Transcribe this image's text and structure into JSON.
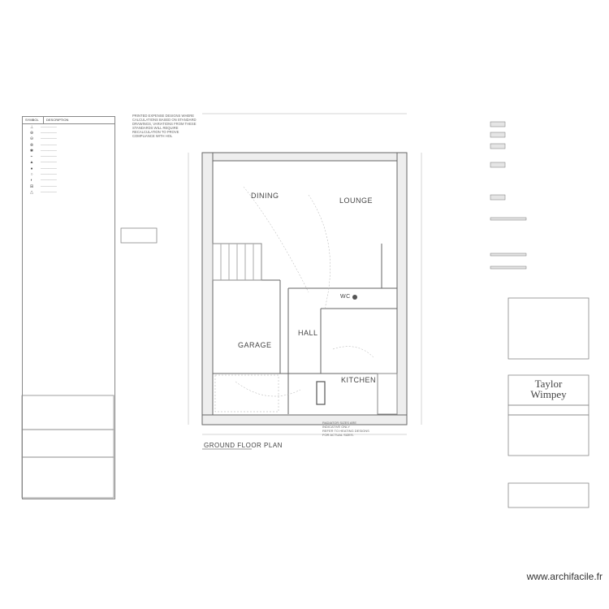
{
  "drawing": {
    "plan_title": "GROUND FLOOR PLAN",
    "rooms": {
      "dining": "DINING",
      "lounge": "LOUNGE",
      "garage": "GARAGE",
      "hall": "HALL",
      "kitchen": "KITCHEN",
      "wc": "WC"
    },
    "note_top": "PRINTED EXPENSE DESIGNS WHERE CALCULATIONS BASED ON STANDARD DRAWINGS, VARIATIONS FROM THESE STANDARDS WILL REQUIRE RECALCULATION TO PROVE COMPLIANCE WITH HOL",
    "note_radiator": "RADIATOR SIZES ARE\nINDICATIVE ONLY\nREFER TO HEATING DESIGNS\nFOR ACTUAL SIZES."
  },
  "legend": {
    "col_symbol": "SYMBOL",
    "col_description": "DESCRIPTION"
  },
  "title_block": {
    "logo_line1": "Taylor",
    "logo_line2": "Wimpey"
  },
  "watermark": "www.archifacile.fr"
}
